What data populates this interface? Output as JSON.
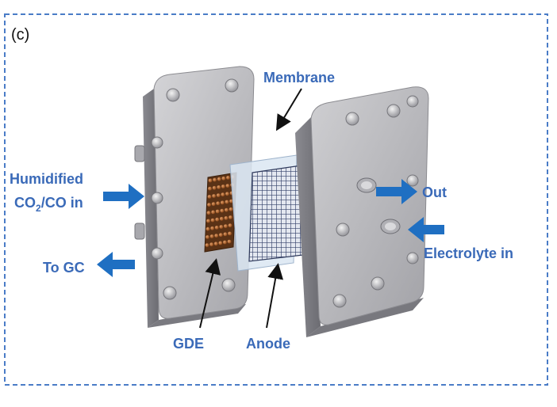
{
  "panel_label": "(c)",
  "labels": {
    "membrane": "Membrane",
    "humidified_line1": "Humidified",
    "co2_co_prefix": "CO",
    "co2_co_sub": "2",
    "co2_co_suffix": "/CO in",
    "to_gc": "To GC",
    "out": "Out",
    "electrolyte_in": "Electrolyte in",
    "gde": "GDE",
    "anode": "Anode"
  },
  "colors": {
    "label_blue": "#3a6ab8",
    "arrow_blue": "#1f6fc2",
    "frame_dash": "#4a7cc7",
    "plate_face": "#b9b9bc",
    "plate_edge": "#7d7d82",
    "gde_copper": "#b8652a",
    "membrane_tint": "#dbe6f2",
    "anode_mesh": "#36456a"
  },
  "icons": [
    "right-arrow-icon",
    "left-arrow-icon",
    "callout-arrow-icon",
    "bolt-icon",
    "port-icon"
  ]
}
